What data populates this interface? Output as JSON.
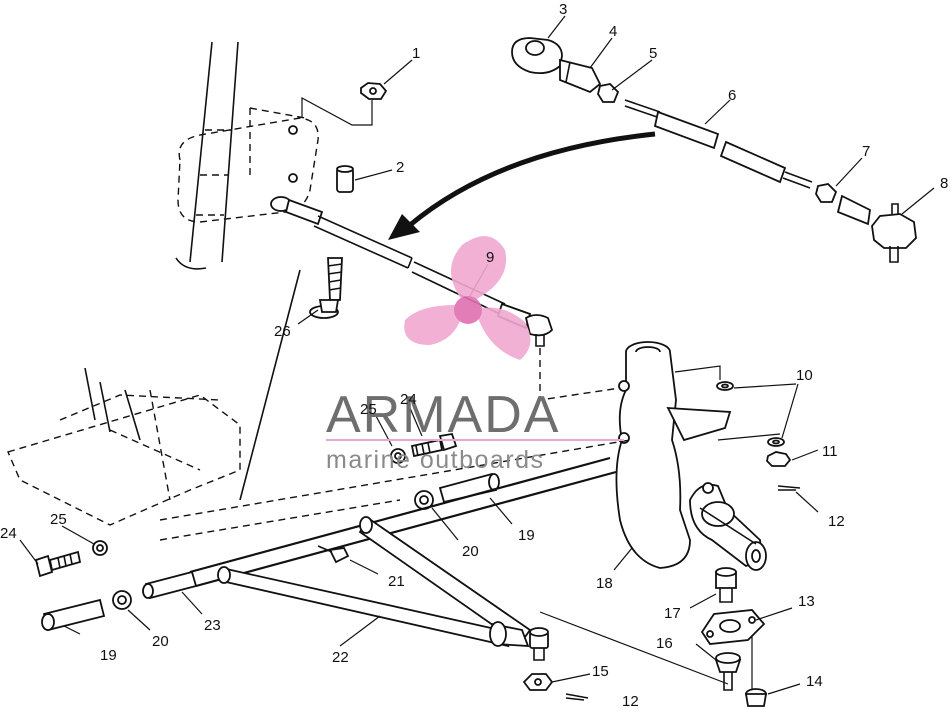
{
  "watermark": {
    "brand": "ARMADA",
    "tagline": "marine outboards",
    "logo_color": "#f0a8d0",
    "logo_center_color": "#e070b0",
    "text_color": "#6e6e6e"
  },
  "callouts": [
    {
      "id": "c1",
      "label": "1"
    },
    {
      "id": "c2",
      "label": "2"
    },
    {
      "id": "c3",
      "label": "3"
    },
    {
      "id": "c4",
      "label": "4"
    },
    {
      "id": "c5",
      "label": "5"
    },
    {
      "id": "c6",
      "label": "6"
    },
    {
      "id": "c7",
      "label": "7"
    },
    {
      "id": "c8",
      "label": "8"
    },
    {
      "id": "c9",
      "label": "9"
    },
    {
      "id": "c10",
      "label": "10"
    },
    {
      "id": "c11",
      "label": "11"
    },
    {
      "id": "c12a",
      "label": "12"
    },
    {
      "id": "c12b",
      "label": "12"
    },
    {
      "id": "c13",
      "label": "13"
    },
    {
      "id": "c14",
      "label": "14"
    },
    {
      "id": "c15",
      "label": "15"
    },
    {
      "id": "c16",
      "label": "16"
    },
    {
      "id": "c17",
      "label": "17"
    },
    {
      "id": "c18",
      "label": "18"
    },
    {
      "id": "c19a",
      "label": "19"
    },
    {
      "id": "c19b",
      "label": "19"
    },
    {
      "id": "c20a",
      "label": "20"
    },
    {
      "id": "c20b",
      "label": "20"
    },
    {
      "id": "c21",
      "label": "21"
    },
    {
      "id": "c22",
      "label": "22"
    },
    {
      "id": "c23",
      "label": "23"
    },
    {
      "id": "c24a",
      "label": "24"
    },
    {
      "id": "c24b",
      "label": "24"
    },
    {
      "id": "c25a",
      "label": "25"
    },
    {
      "id": "c25b",
      "label": "25"
    },
    {
      "id": "c26",
      "label": "26"
    }
  ]
}
